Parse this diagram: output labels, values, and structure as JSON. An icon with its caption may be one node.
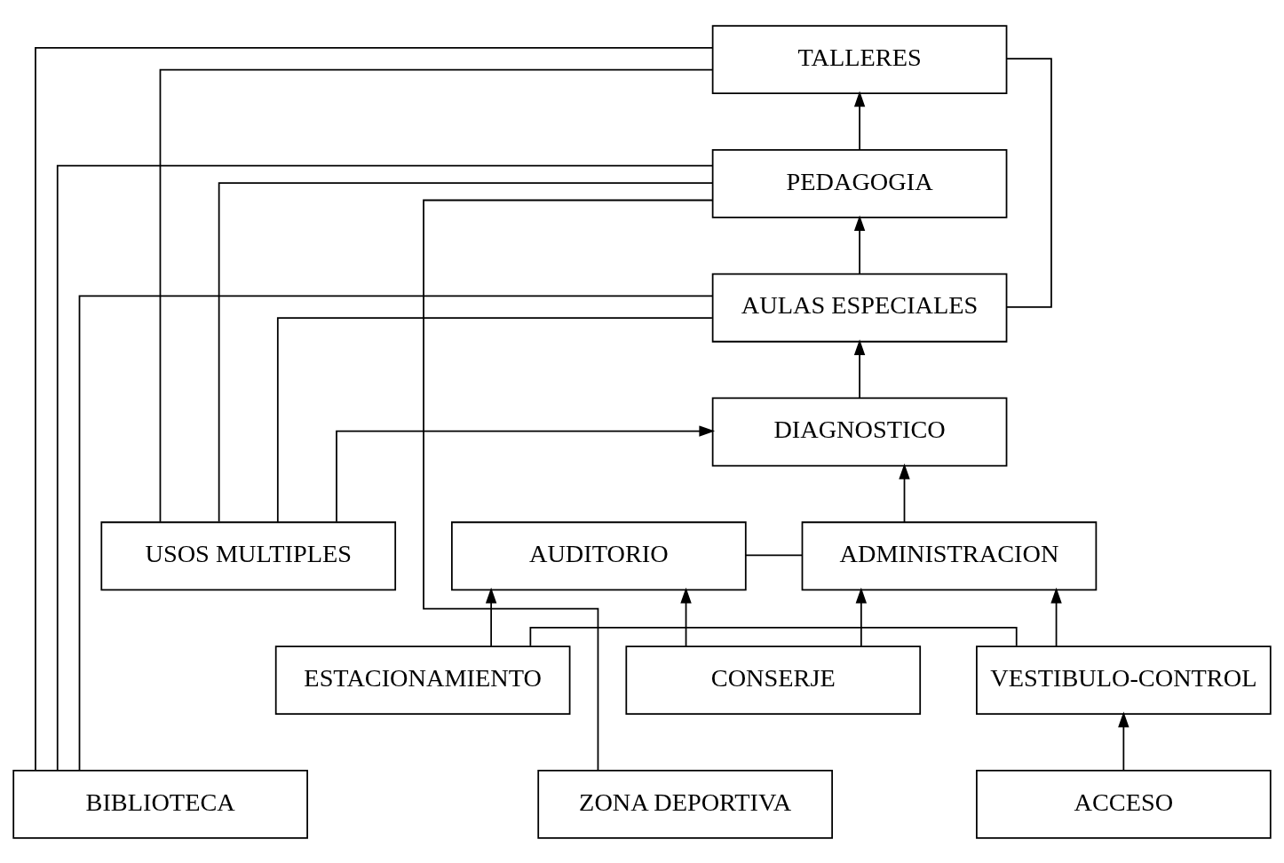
{
  "diagram": {
    "nodes": [
      {
        "text": [
          "TALLERES"
        ]
      },
      {
        "text": [
          "BIBLIOTECA"
        ]
      },
      {
        "text": [
          "PEDAGOGIA"
        ]
      },
      {
        "text": [
          "ZONA DEPORTIVA"
        ]
      },
      {
        "text": [
          "USOS MULTIPLES"
        ]
      },
      {
        "text": [
          "AULAS ESPECIALES"
        ]
      },
      {
        "text": [
          "DIAGNOSTICO"
        ]
      },
      {
        "text": [
          "AUDITORIO"
        ]
      },
      {
        "text": [
          "ADMINISTRACION"
        ]
      },
      {
        "text": [
          "CONSERJE"
        ]
      },
      {
        "text": [
          "VESTIBULO-CONTROL"
        ]
      },
      {
        "text": [
          "ESTACIONAMIENTO"
        ]
      },
      {
        "text": [
          "ACCESO"
        ]
      }
    ],
    "edges": [
      {
        "from": 12,
        "to": 10,
        "arrow": "to"
      },
      {
        "from": 10,
        "to": 8,
        "arrow": "to"
      },
      {
        "from": 9,
        "to": 8,
        "arrow": "to"
      },
      {
        "from": 9,
        "to": 7,
        "arrow": "to"
      },
      {
        "from": 11,
        "to": 7,
        "arrow": "to"
      },
      {
        "from": 11,
        "to": 10,
        "arrow": "none"
      },
      {
        "from": 7,
        "to": 8,
        "arrow": "none"
      },
      {
        "from": 8,
        "to": 6,
        "arrow": "to"
      },
      {
        "from": 4,
        "to": 6,
        "arrow": "to"
      },
      {
        "from": 6,
        "to": 5,
        "arrow": "to"
      },
      {
        "from": 5,
        "to": 2,
        "arrow": "to"
      },
      {
        "from": 2,
        "to": 0,
        "arrow": "to"
      },
      {
        "from": 2,
        "to": 3,
        "arrow": "none"
      },
      {
        "from": 1,
        "to": 0,
        "arrow": "none"
      },
      {
        "from": 1,
        "to": 2,
        "arrow": "none"
      },
      {
        "from": 1,
        "to": 5,
        "arrow": "none"
      },
      {
        "from": 4,
        "to": 0,
        "arrow": "none"
      },
      {
        "from": 4,
        "to": 2,
        "arrow": "none"
      },
      {
        "from": 4,
        "to": 5,
        "arrow": "none"
      },
      {
        "from": 0,
        "to": 5,
        "arrow": "none"
      }
    ]
  }
}
